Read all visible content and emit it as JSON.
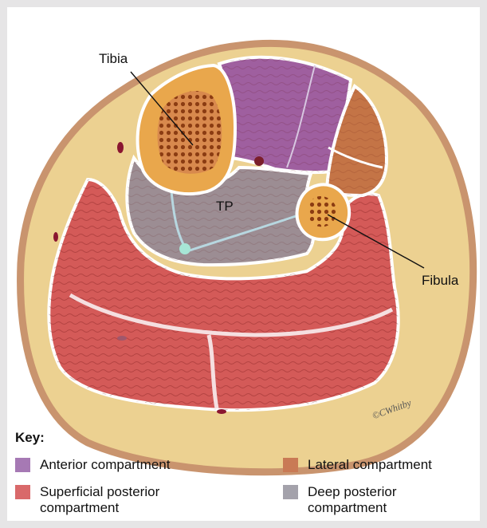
{
  "labels": {
    "tibia": "Tibia",
    "fibula": "Fibula",
    "tp": "TP",
    "signature": "©CWhitby"
  },
  "key": {
    "title": "Key:",
    "items": [
      {
        "label": "Anterior compartment",
        "color": "#a679b4"
      },
      {
        "label": "Lateral compartment",
        "color": "#c97a55"
      },
      {
        "label": "Superficial posterior compartment",
        "color": "#d9696a"
      },
      {
        "label": "Deep posterior compartment",
        "color": "#a4a2ab"
      }
    ]
  },
  "colors": {
    "skin": "#c9946e",
    "fat": "#ecd191",
    "anterior": "#9f5f9f",
    "lateral": "#c47446",
    "superficial": "#d45a58",
    "deep": "#9c8d93",
    "bone": "#e9a74c",
    "marrow": "#8b3c12"
  }
}
